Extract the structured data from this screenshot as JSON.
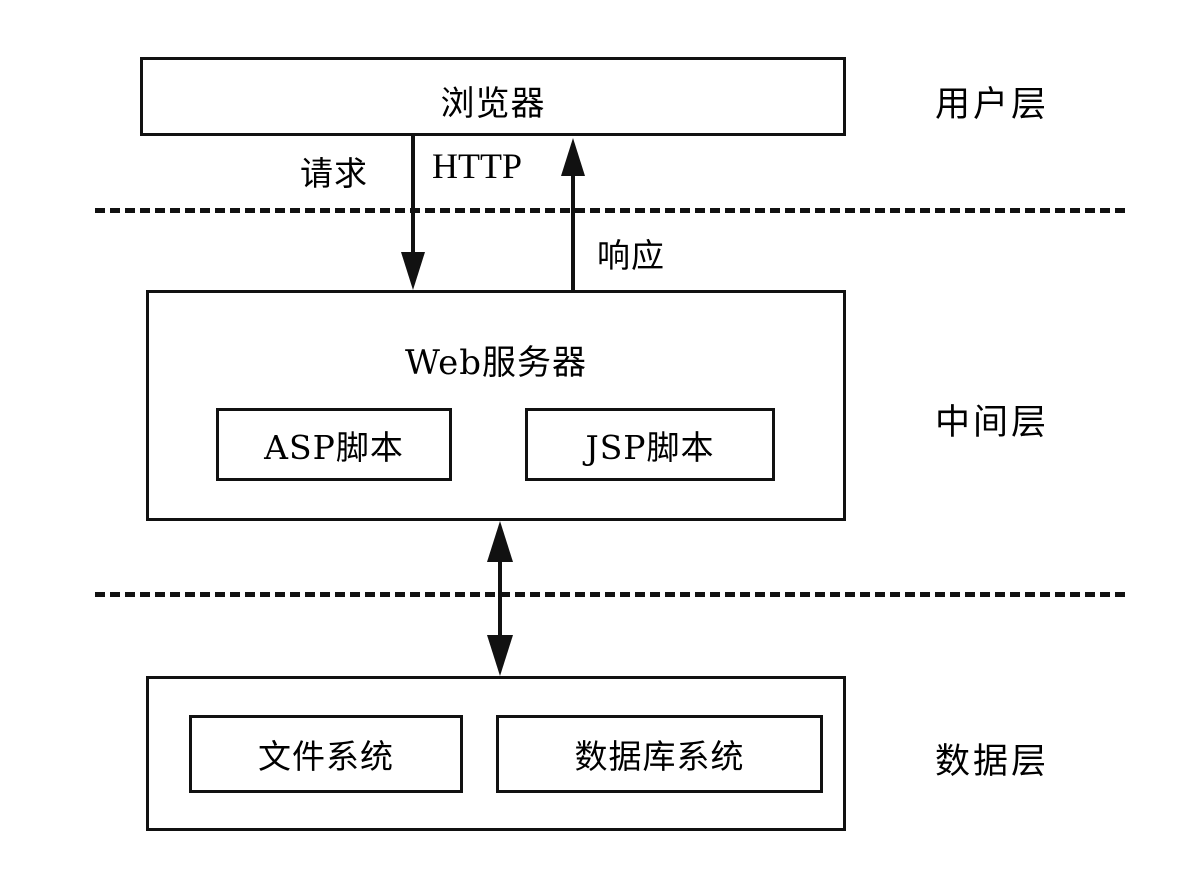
{
  "diagram": {
    "title_text_language": "zh",
    "colors": {
      "stroke": "#111111",
      "background": "#ffffff"
    },
    "layers": [
      {
        "id": "user",
        "label": "用户层"
      },
      {
        "id": "middle",
        "label": "中间层"
      },
      {
        "id": "data",
        "label": "数据层"
      }
    ],
    "nodes": {
      "browser": {
        "label": "浏览器"
      },
      "web_server": {
        "label": "Web服务器",
        "children": [
          {
            "label": "ASP脚本"
          },
          {
            "label": "JSP脚本"
          }
        ]
      },
      "data_store": {
        "children": [
          {
            "label": "文件系统"
          },
          {
            "label": "数据库系统"
          }
        ]
      }
    },
    "connectors": [
      {
        "id": "request",
        "label": "请求",
        "direction": "down",
        "from": "browser",
        "to": "web_server"
      },
      {
        "id": "protocol",
        "label": "HTTP",
        "direction": "none",
        "from": "browser",
        "to": "web_server"
      },
      {
        "id": "response",
        "label": "响应",
        "direction": "up",
        "from": "web_server",
        "to": "browser"
      },
      {
        "id": "data-access",
        "label": "",
        "direction": "both",
        "from": "web_server",
        "to": "data_store"
      }
    ]
  }
}
